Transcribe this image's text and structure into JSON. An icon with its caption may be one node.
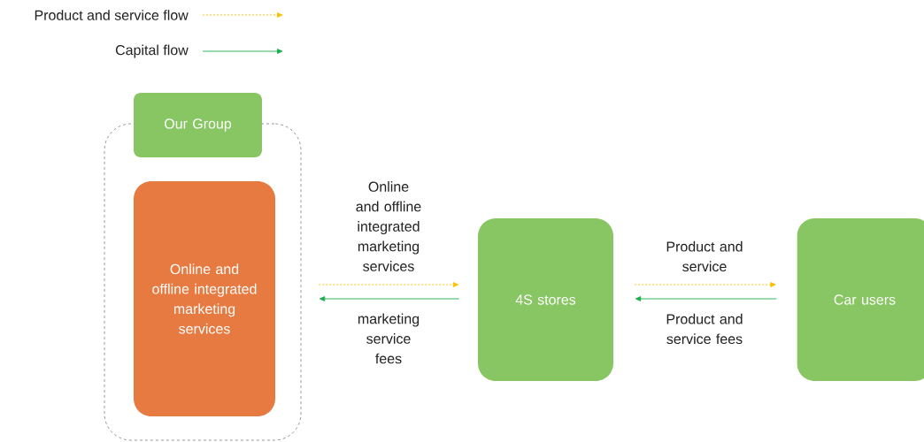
{
  "diagram": {
    "nodes": [
      {
        "text": [],
        "shape": "box"
      },
      {
        "text": [
          "Our Group"
        ]
      },
      {
        "text": [
          "Online and offline integrated marketing services"
        ],
        "in": 0
      },
      {
        "text": [
          "4S stores"
        ]
      },
      {
        "text": [
          "Car users"
        ]
      }
    ],
    "edges": [
      {
        "from": 2,
        "to": 3,
        "arrow": "to",
        "label": "Online and offline integrated marketing services",
        "style": "dashed",
        "color": "#ffc000"
      },
      {
        "from": 3,
        "to": 2,
        "arrow": "to",
        "label": "marketing service fees",
        "color": "#1aaf4b"
      },
      {
        "from": 3,
        "to": 4,
        "arrow": "to",
        "label": "Product and service",
        "style": "dashed",
        "color": "#ffc000"
      },
      {
        "from": 4,
        "to": 3,
        "arrow": "to",
        "label": "Product and service fees",
        "color": "#1aaf4b"
      }
    ],
    "legend": [
      {
        "text": "Product and service flow"
      },
      {
        "text": "Capital flow"
      }
    ]
  }
}
